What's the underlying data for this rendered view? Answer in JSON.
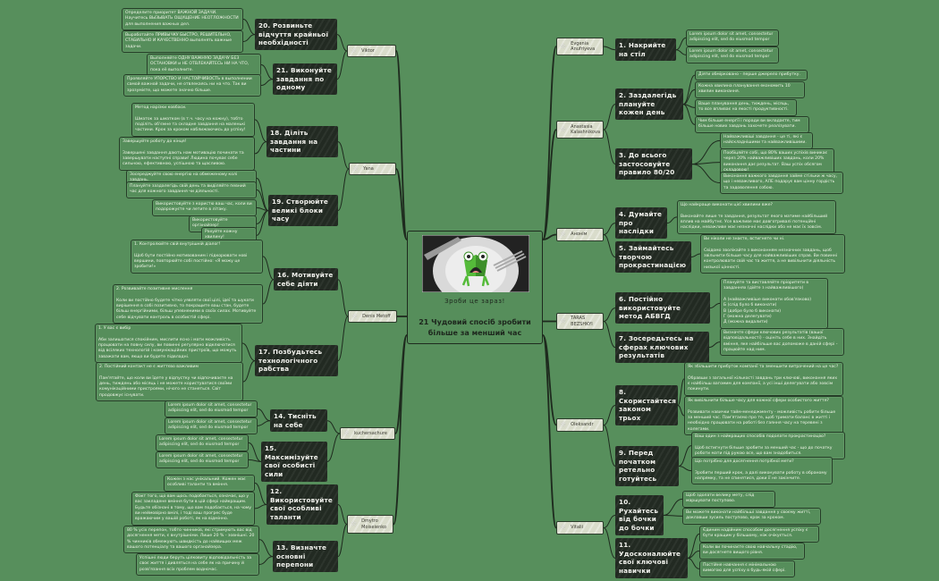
{
  "colors": {
    "background": "#578f5c",
    "topic": "#222a22",
    "author": "#d9dccb",
    "line": "#1e2a1e"
  },
  "central": {
    "caption": "Зроби це зараз!",
    "title": "21 Чудовий спосіб зробити більше за менший час",
    "image_icon": "frog-on-plate"
  },
  "authors": {
    "viktor": "Viktor",
    "yana": "Yana",
    "denis": "Denis Metoff",
    "kuch": "kuchersachure",
    "dmytro": "Dmytro Moiseienko",
    "evgenia": "Evgenia Anufriyeva",
    "anastasia": "Anastasia Kalashnikova",
    "anon": "Анонім",
    "taras": "TARAS BEZSHKYI",
    "oleksandr": "Oleksandr",
    "vitalii": "Vitalii"
  },
  "topics": {
    "t1": {
      "title": "1. Накрийте на стіл",
      "notes": [
        "Lorem ipsum dolor sit amet, consectetur adipiscing elit, sed do eiusmod tempor",
        "Lorem ipsum dolor sit amet, consectetur adipiscing elit, sed do eiusmod tempor"
      ]
    },
    "t2": {
      "title": "2. Заздалегідь плануйте кожен день",
      "notes": [
        "Діяти обмірковано - перше джерело прибутку.",
        "Кожна хвилина планування економить 10 хвилин виконання.",
        "Ваше планування день, тиждень, місяць, то все впливає на якості продуктивності.",
        "Чим більше енергії і поради ви вкладаєте, тим більше нових завдань захочете реалізувати."
      ]
    },
    "t3": {
      "title": "3. До всього застосовуйте правило 80/20",
      "notes": [
        "Найважливіші завдання - це ті, які є найскладнішими та найважливішими.",
        "Пообіцяйте собі, що 80% ваших успіхів виникає через 20% найважливіших завдань, коли 20% виконання дає результат. Ваш успіх обсягом складовою!",
        "Виконання важкого завдання займе стільки ж часу, що і неважливого, АЛЕ подарує вам цінну гордість та задоволення собою."
      ]
    },
    "t4": {
      "title": "4. Думайте про наслідки",
      "notes": [
        "Що найкраще виконати цієї хвилини вже?\n\nВиконайте лише те завдання, результат якого матиме найбільший вплив на майбутнє. Усе важливе має довготривалі потенційні наслідки, неважливе має незначні наслідки або не має їх зовсім."
      ]
    },
    "t5": {
      "title": "5. Займайтесь творчою прокрастинацією",
      "notes": [
        "Ви ніколи не знаєте, встигнете чи ні.\n\nСвідомо зволікайте з виконанням незначних завдань, щоб звільнити більше часу для найважливіших справ. Ви повинні контролювати свій час та життя, а не вивільнити діяльність низької цінності."
      ]
    },
    "t6": {
      "title": "6. Постійно використовуйте метод АБВГД",
      "notes": [
        "Плануйте та виставляйте пріоритети в завданнях (дійте з найважливішого)\n\nА (найважливіше виконати обов'язково)\nБ (слід було б виконати)\nВ (добре було б виконати)\nГ (можна делегувати)\nД (можна видалити)"
      ]
    },
    "t7": {
      "title": "7. Зосередьтесь на сферах ключових результатів",
      "notes": [
        "Визначте сфери ключових результатів (вашої відповідальності) - оцініть себе в них. Знайдіть вміння, яке найбільше вас допоможе в даній сфері - працюйте над ним."
      ]
    },
    "t8": {
      "title": "8. Скористайтеся законом трьох",
      "notes": [
        "Як збільшити прибуток компанії та зменшити витрачений на це час?\n\nОбравши з загальної кількості завдань три ключові, виконання яких є найбільш вагомим для компанії, а усі інші делегувати або зовсім покинути.",
        "Як вивільнити більше часу для кожної сфери особистого життя?\n\nРозвивати навички тайм-менеджменту - можливість робити більше за менший час. Пам'ятаємо про те, щоб тримати баланс в житті і необхідно працювати на роботі без гаяння часу на теревені з колегами."
      ]
    },
    "t9": {
      "title": "9. Перед початком ретельно готуйтесь",
      "notes": [
        "Ваш один з найкращих способів подолати прокрастинацію?\n\nЩоб встигнути більше зробити за менший час - що до початку роботи мати під рукою все, що вам знадобиться.",
        "Що потрібно для досягнення потрібної мети?\n\nЗробити перший крок, а далі виконувати роботу в обраному напрямку, та не спинятися, доки її не закінчите."
      ]
    },
    "t10": {
      "title": "10. Рухайтесь від бочки до бочки",
      "notes": [
        "Щоб здолати велику мету, слід маршувати поступово.",
        "Ви можете виконати найбільші завдання у своєму житті, доклавши зусиль поступово, крок за кроком."
      ]
    },
    "t11": {
      "title": "11. Удосконалюйте свої ключові навички",
      "notes": [
        "Єдиним надійним способом досягнення успіху є бути кращим у більшому, ніж очікується.",
        "Коли ви починаєте свою навчальну стадію, ви досягнете вищого рівня.",
        "Постійне навчання є мінімальною вимогою для успіху в будь-якій сфері."
      ]
    },
    "t12": {
      "title": "12. Використовуйте свої особливі таланти",
      "notes": [
        "Кожен з нас унікальний. Кожен має особливі таланти та вміння.",
        "Факт того, що вам щось подобається, означає, що у вас закладене вміння бути в цій сфері найкращим. Будьте обізнані в тому, що вам подобається, на чому ви неймовірно вмілі, і тоді ваш прогрес буде вражаючим у вашій роботі, як на відмінно."
      ]
    },
    "t13": {
      "title": "13. Визначте основні перепони",
      "notes": [
        "80 % усіх перепон, тобто чинників, які стримують вас від досягнення мети, є внутрішніми. Лише 20 % - зовнішні. 20 % чинників обмежують швидкість до найвищих меж вашого потенціалу та вашого органайзера.",
        "Успішні люди беруть цілковиту відповідальність за своє життя і дивляться на себе як на причину й розв'язання всіх проблем водночас."
      ]
    },
    "t14": {
      "title": "14. Тисніть на себе",
      "notes": [
        "Lorem ipsum dolor sit amet, consectetur adipiscing elit, sed do eiusmod tempor",
        "Lorem ipsum dolor sit amet, consectetur adipiscing elit, sed do eiusmod tempor"
      ]
    },
    "t15": {
      "title": "15. Максимізуйте свої особисті сили",
      "notes": [
        "Lorem ipsum dolor sit amet, consectetur adipiscing elit, sed do eiusmod tempor",
        "Lorem ipsum dolor sit amet, consectetur adipiscing elit, sed do eiusmod tempor"
      ]
    },
    "t16": {
      "title": "16. Мотивуйте себе діяти",
      "notes": [
        "1. Контролюйте свій внутрішній діалог!\n\nЩоб бути постійно мотивованим і підкорювати нові вершини, повторюйте собі постійно: «Я можу це зробити!»",
        "2. Розвивайте позитивне мислення\n\nКоли ви постійно будете чітко уявляти свої цілі, ідеї та шукати вирішення в собі позитивно, то покращите ваш стан, будете більш енергійними, більш упевненими в своїх силах. Мотивуйте себе відчувати контроль в особистій сфері."
      ]
    },
    "t17": {
      "title": "17. Позбудьтесь технологічного рабства",
      "notes": [
        "1. У вас є вибір\n\nАби залишатися спокійним, мислити ясно і мати можливість працювати на повну силу, ви повинні регулярно відключатися від всіляких технологій і комунікаційних пристроїв, що можуть заважати вам, якщо ви будете підвладні.",
        "2. Постійний контакт не є життєво важливим\n\nПам'ятайте, що коли ви їдете у відпустку чи відпочиваєте на день, тиждень або місяць і не можете користуватися своїми комунікаційними пристроями, нічого не станеться. Світ продовжує існувати."
      ]
    },
    "t18": {
      "title": "18. Діліть завдання на частини",
      "notes": [
        "Метод нарізки ковбаси.\n\nШматок за шматком (в т.ч. часу на кожну), тобто поділіть об'ємне та складне завдання на маленькі частини. Крок за кроком наближаючись до успіху!",
        "Завершуйте роботу до кінця!\n\nЗавершені завдання дають нам мотивацію починати та завершувати наступні справи! Людина почуває себе сильною, ефективною, успішною та щасливою."
      ]
    },
    "t19": {
      "title": "19. Створюйте великі блоки часу",
      "notes": [
        "Зосереджуйте свою енергію на обмеженому колі завдань.",
        "Плануйте заздалегідь свій день та виділяйте певний час для кожного завдання чи діяльності.",
        "Використовуйте з користю ваш час, коли ви подорожуєте чи летите в літаку.",
        "Використовуйте органайзер!",
        "Рахуйте кожну хвилину!"
      ]
    },
    "t20": {
      "title": "20. Розвиньте відчуття крайньої необхідності",
      "notes": [
        "Определите приоритет ВАЖНОЙ ЗАДАЧИ. Научитесь ВЫЗЫВАТЬ ОЩУЩЕНИЕ НЕОТЛОЖНОСТИ для выполнения важных дел.",
        "Выработайте ПРИВЫЧКУ БЫСТРО, РЕШИТЕЛЬНО, СТАБИЛЬНО И КАЧЕСТВЕННО выполнять важные задачи."
      ]
    },
    "t21": {
      "title": "21. Виконуйте завдання по одному",
      "notes": [
        "Выполняйте ОДНУ ВАЖНУЮ ЗАДАЧУ БЕЗ ОСТАНОВКИ и НЕ ОТВЛЕКАЙТЕСЬ НИ НА ЧТО, пока её выполните.",
        "Проявляйте УПОРСТВО И НАСТОЙЧИВОСТЬ в выполнении самой важной задачи, не отвлекаясь ни на что. Так ви зрозумієте, що можете значно більше."
      ]
    }
  }
}
